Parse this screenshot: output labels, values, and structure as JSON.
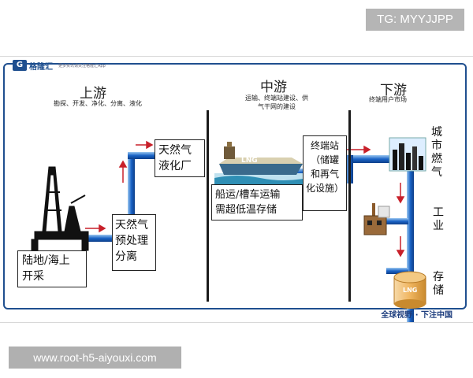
{
  "watermarks": {
    "tg": "TG: MYYJJPP",
    "site": "www.root-h5-aiyouxi.com"
  },
  "header": {
    "logo_text": "格隆汇",
    "logo_sub": "更多资讯请关注格隆汇App"
  },
  "sections": {
    "upstream": {
      "title": "上游",
      "subtitle": "勘探、开发、净化、分离、液化"
    },
    "midstream": {
      "title": "中游",
      "subtitle_line1": "运输、终端站建设、供",
      "subtitle_line2": "气干网的建设"
    },
    "downstream": {
      "title": "下游",
      "subtitle": "终端用户市场"
    }
  },
  "nodes": {
    "extraction": {
      "line1": "陆地/海上",
      "line2": "开采"
    },
    "pretreatment": {
      "line1": "天然气",
      "line2": "预处理",
      "line3": "分离"
    },
    "liquefaction": {
      "line1": "天然气",
      "line2": "液化厂"
    },
    "shipping": {
      "line1": "船运/槽车运输",
      "line2": "需超低温存储"
    },
    "terminal": {
      "line1": "终端站",
      "line2": "（储罐",
      "line3": "和再气",
      "line4": "化设施）"
    },
    "city_gas": "城市燃气",
    "industry": "工业",
    "storage": "存储"
  },
  "ship_label": "LNG",
  "tank_label": "LNG",
  "credit": "全球视野 · 下注中国"
}
